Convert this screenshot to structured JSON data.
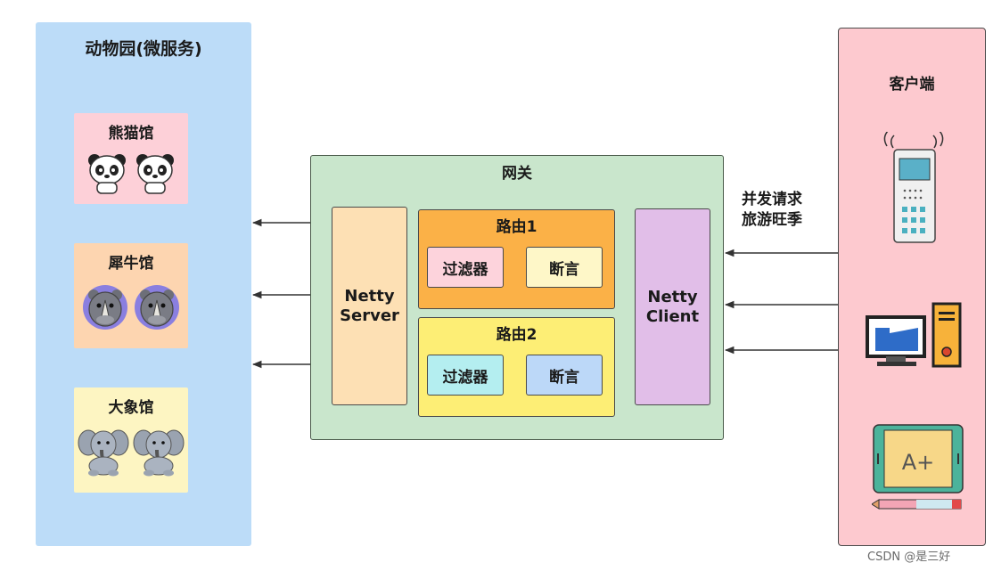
{
  "zoo": {
    "title": "动物园(微服务)",
    "houses": [
      {
        "label": "熊猫馆",
        "icon": "panda-icon"
      },
      {
        "label": "犀牛馆",
        "icon": "rhino-icon"
      },
      {
        "label": "大象馆",
        "icon": "elephant-icon"
      }
    ]
  },
  "gateway": {
    "title": "网关",
    "server_label": "Netty\nServer",
    "client_label": "Netty\nClient",
    "routes": [
      {
        "title": "路由1",
        "filter": "过滤器",
        "assert": "断言"
      },
      {
        "title": "路由2",
        "filter": "过滤器",
        "assert": "断言"
      }
    ]
  },
  "request": {
    "line1": "并发请求",
    "line2": "旅游旺季"
  },
  "client": {
    "title": "客户端",
    "devices": [
      "mobile-phone-icon",
      "desktop-computer-icon",
      "tablet-icon"
    ],
    "tablet_text": "A+"
  },
  "watermark": "CSDN @是三好",
  "colors": {
    "zoo_bg": "#bcdcf8",
    "gateway_bg": "#c9e6cc",
    "route1_bg": "#fbb147",
    "route2_bg": "#fdee75",
    "client_bg": "#fdc9cf"
  }
}
